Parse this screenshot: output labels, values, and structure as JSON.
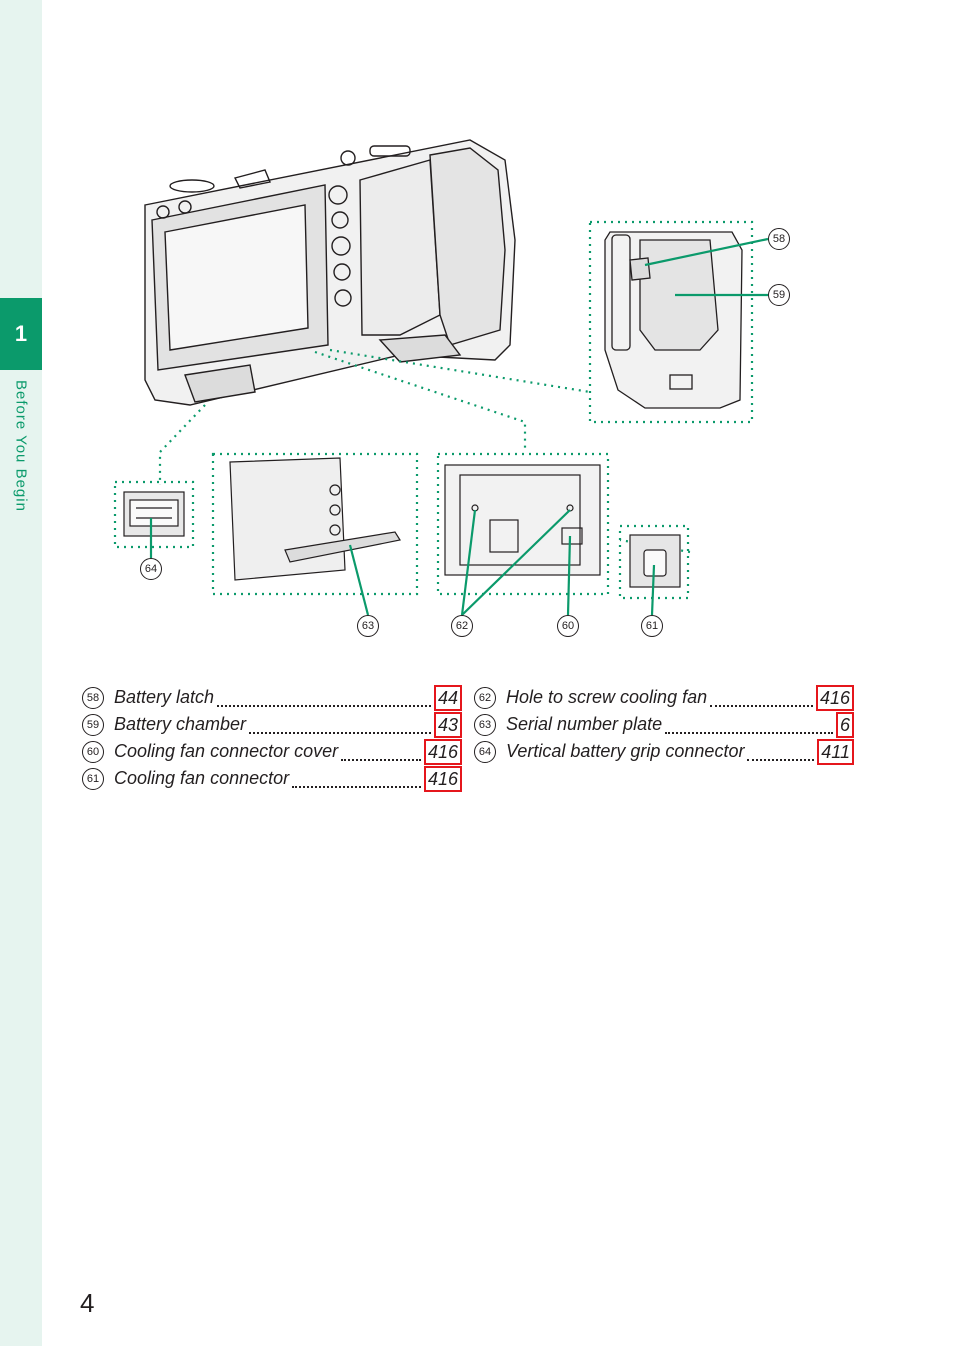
{
  "sidebar": {
    "chapter_number": "1",
    "chapter_title": "Before You Begin"
  },
  "figure": {
    "callouts": [
      "58",
      "59",
      "60",
      "61",
      "62",
      "63",
      "64"
    ]
  },
  "entries_left": [
    {
      "num": "58",
      "label": "Battery latch",
      "page": "44"
    },
    {
      "num": "59",
      "label": "Battery chamber",
      "page": "43"
    },
    {
      "num": "60",
      "label": "Cooling fan connector cover",
      "page": "416"
    },
    {
      "num": "61",
      "label": "Cooling fan connector",
      "page": "416"
    }
  ],
  "entries_right": [
    {
      "num": "62",
      "label": "Hole to screw cooling fan",
      "page": "416"
    },
    {
      "num": "63",
      "label": "Serial number plate",
      "page": "6"
    },
    {
      "num": "64",
      "label": "Vertical battery grip connector",
      "page": "411"
    }
  ],
  "footer": {
    "page_number": "4"
  },
  "colors": {
    "accent": "#0b9a6b",
    "sidebar_bg": "#e6f4ef",
    "link_box": "#e5161c"
  }
}
